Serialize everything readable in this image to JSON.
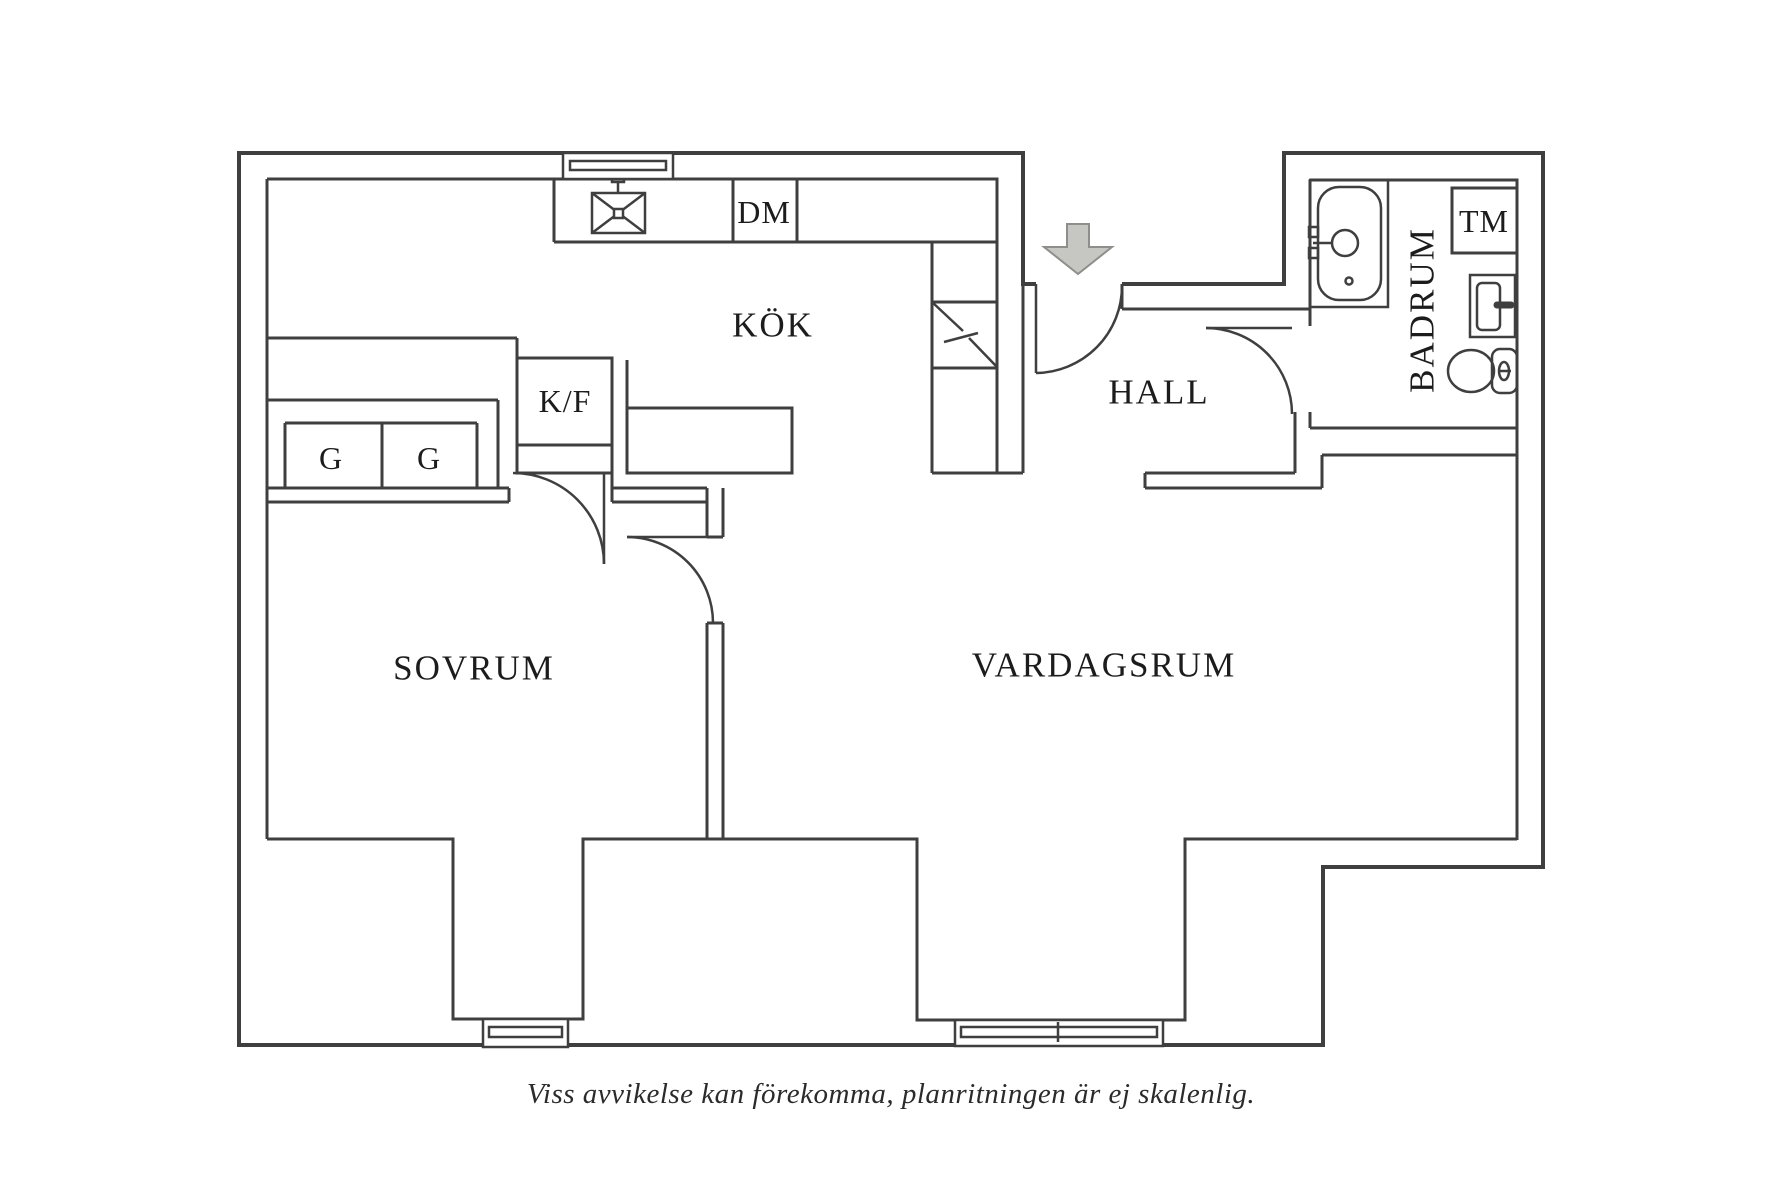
{
  "meta": {
    "type": "floor-plan",
    "language": "sv"
  },
  "colors": {
    "background": "#ffffff",
    "line": "#3f3f3f",
    "text": "#1c1c1c",
    "arrow_fill": "#c6c7c3",
    "arrow_stroke": "#8e8f8b"
  },
  "rooms": {
    "kitchen": "KÖK",
    "bedroom": "SOVRUM",
    "living_room": "VARDAGSRUM",
    "hall": "HALL",
    "bathroom": "BADRUM"
  },
  "fixtures": {
    "dishwasher": "DM",
    "washing_machine": "TM",
    "fridge_freezer": "K/F",
    "wardrobe_1": "G",
    "wardrobe_2": "G"
  },
  "icons": {
    "entry_arrow": "entry-arrow-icon",
    "kitchen_sink": "kitchen-sink-icon",
    "bathtub": "bathtub-icon",
    "bathroom_sink": "bathroom-sink-icon",
    "toilet": "toilet-icon",
    "shaft": "shaft-icon",
    "windows": "window-icon",
    "doors": "door-swing-icon"
  },
  "caption": "Viss avvikelse kan förekomma, planritningen är ej skalenlig."
}
